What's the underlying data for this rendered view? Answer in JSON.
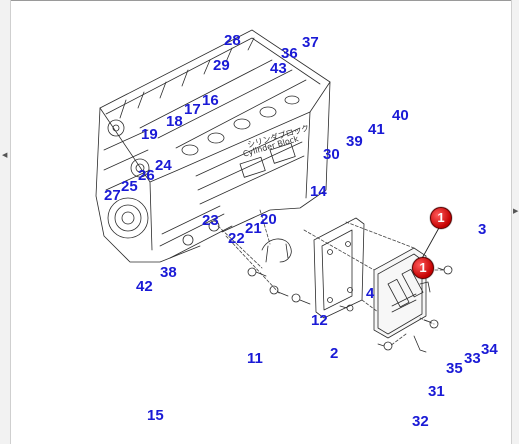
{
  "block_label_jp": "シリンダブロック",
  "block_label_en": "Cylinder Block",
  "markers": [
    {
      "text": "1"
    },
    {
      "text": "1"
    }
  ],
  "callouts": [
    "28",
    "37",
    "36",
    "43",
    "29",
    "16",
    "17",
    "18",
    "40",
    "19",
    "41",
    "39",
    "30",
    "24",
    "26",
    "25",
    "27",
    "14",
    "20",
    "23",
    "21",
    "22",
    "3",
    "38",
    "42",
    "4",
    "12",
    "2",
    "11",
    "34",
    "33",
    "35",
    "31",
    "15",
    "32"
  ]
}
